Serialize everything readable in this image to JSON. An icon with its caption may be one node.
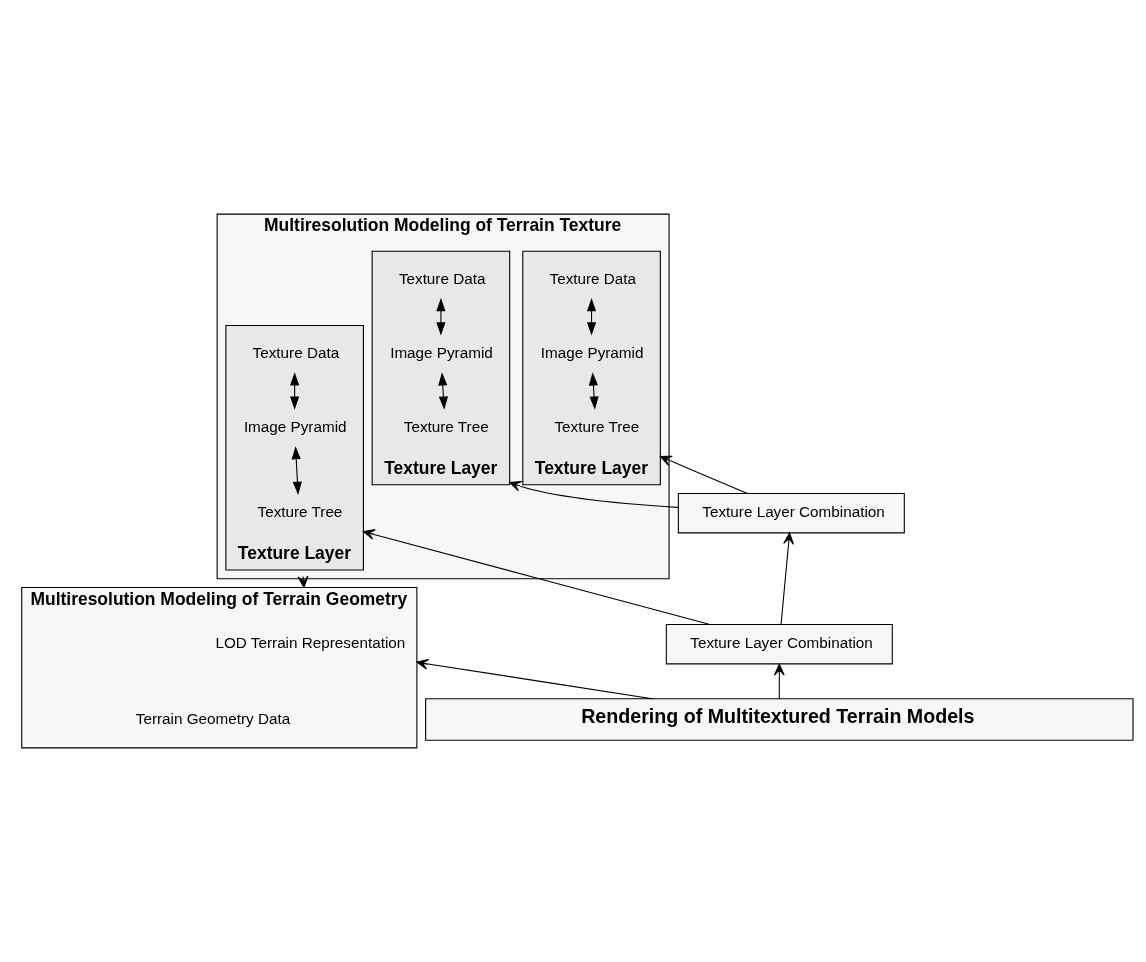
{
  "diagram": {
    "nodes": [
      {
        "text": [
          "Multiresolution Modeling of Terrain Geometry"
        ]
      },
      {
        "text": [
          "Terrain Geometry Data"
        ],
        "in": 0
      },
      {
        "text": [
          "LOD Terrain Representation"
        ],
        "in": 0
      },
      {
        "text": [
          "Multiresolution Modeling of Terrain Texture"
        ]
      },
      {
        "text": [
          "Texture Layer"
        ],
        "in": 3
      },
      {
        "text": [
          "Texture Data"
        ],
        "in": 4
      },
      {
        "text": [
          "Image Pyramid"
        ],
        "in": 4
      },
      {
        "text": [
          "Texture Tree"
        ],
        "in": 4
      },
      {
        "text": [
          "Texture Layer"
        ],
        "in": 3
      },
      {
        "text": [
          "Texture Data"
        ],
        "in": 8
      },
      {
        "text": [
          "Image Pyramid"
        ],
        "in": 8
      },
      {
        "text": [
          "Texture Tree"
        ],
        "in": 8
      },
      {
        "text": [
          "Texture Layer"
        ],
        "in": 3
      },
      {
        "text": [
          "Texture Data"
        ],
        "in": 12
      },
      {
        "text": [
          "Image Pyramid"
        ],
        "in": 12
      },
      {
        "text": [
          "Texture Tree"
        ],
        "in": 12
      },
      {
        "text": [
          "Texture Layer Combination"
        ]
      },
      {
        "text": [
          "Texture Layer Combination"
        ]
      },
      {
        "text": [
          "Rendering of Multitextured Terrain Models"
        ]
      }
    ],
    "edges": [
      {
        "from": 6,
        "to": 5,
        "arrow": "both"
      },
      {
        "from": 7,
        "to": 6,
        "arrow": "both"
      },
      {
        "from": 10,
        "to": 9,
        "arrow": "both"
      },
      {
        "from": 11,
        "to": 10,
        "arrow": "both"
      },
      {
        "from": 14,
        "to": 13,
        "arrow": "both"
      },
      {
        "from": 15,
        "to": 14,
        "arrow": "both"
      },
      {
        "from": 3,
        "to": 0,
        "arrow": "to"
      },
      {
        "from": 16,
        "to": 4,
        "arrow": "to"
      },
      {
        "from": 16,
        "to": 8,
        "arrow": "to"
      },
      {
        "from": 17,
        "to": 16,
        "arrow": "to"
      },
      {
        "from": 17,
        "to": 12,
        "arrow": "to"
      },
      {
        "from": 18,
        "to": 0,
        "arrow": "to"
      },
      {
        "from": 18,
        "to": 17,
        "arrow": "to"
      }
    ]
  }
}
